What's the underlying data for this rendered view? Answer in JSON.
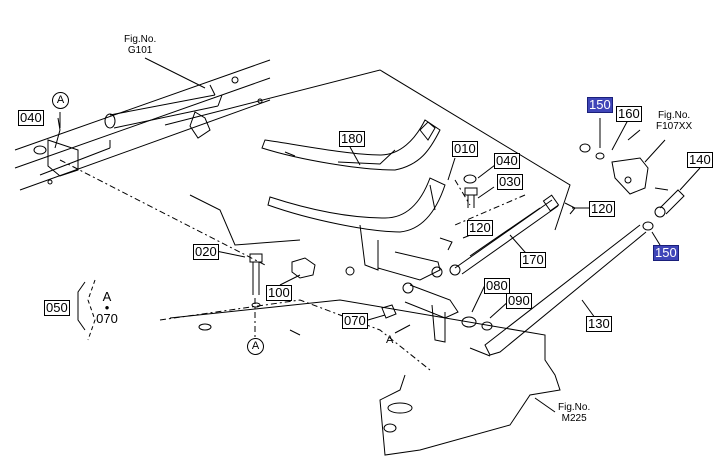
{
  "figure_refs": {
    "g101": {
      "line1": "Fig.No.",
      "line2": "G101"
    },
    "f107xx": {
      "line1": "Fig.No.",
      "line2": "F107XX"
    },
    "m225": {
      "line1": "Fig.No.",
      "line2": "M225"
    }
  },
  "callouts": {
    "p010": "010",
    "p020": "020",
    "p030": "030",
    "p040_left": "040",
    "p040_right": "040",
    "p050": "050",
    "p070": "070",
    "p080": "080",
    "p090": "090",
    "p100": "100",
    "p120_upper": "120",
    "p120_lower": "120",
    "p130": "130",
    "p140": "140",
    "p150_top": "150",
    "p150_bottom": "150",
    "p160": "160",
    "p170": "170",
    "p180": "180"
  },
  "group_050": {
    "a": "A",
    "dot": "•",
    "part": "070"
  },
  "markers": {
    "a_top": "A",
    "a_bottom": "A",
    "a_point": "A"
  },
  "highlight_color": "#3f45b8"
}
